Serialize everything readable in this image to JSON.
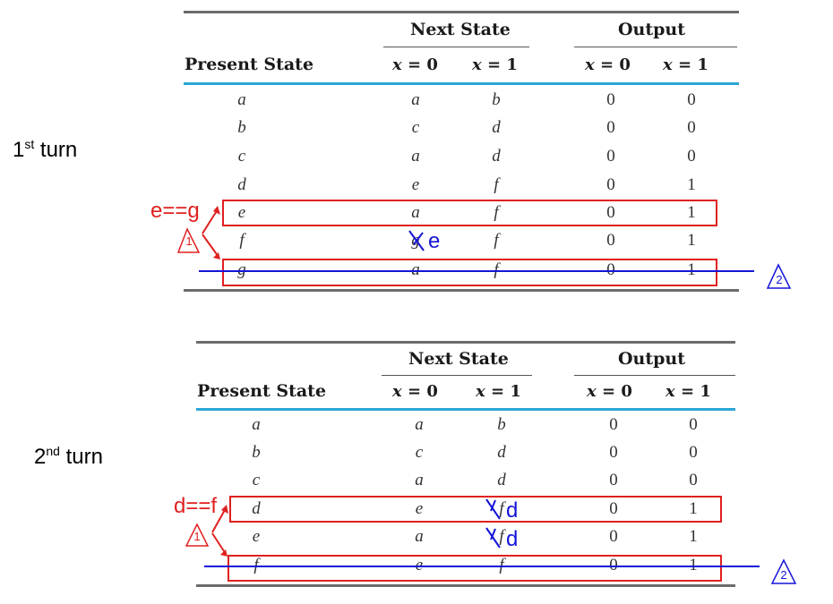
{
  "turns": [
    {
      "label": "1",
      "label_suffix": "st",
      "label_word": " turn",
      "headers": {
        "present": "Present State",
        "next": "Next State",
        "output": "Output",
        "x0": "x = 0",
        "x1": "x = 1"
      },
      "rows": [
        {
          "state": "a",
          "n0": "a",
          "n1": "b",
          "o0": "0",
          "o1": "0"
        },
        {
          "state": "b",
          "n0": "c",
          "n1": "d",
          "o0": "0",
          "o1": "0"
        },
        {
          "state": "c",
          "n0": "a",
          "n1": "d",
          "o0": "0",
          "o1": "0"
        },
        {
          "state": "d",
          "n0": "e",
          "n1": "f",
          "o0": "0",
          "o1": "1"
        },
        {
          "state": "e",
          "n0": "a",
          "n1": "f",
          "o0": "0",
          "o1": "1"
        },
        {
          "state": "f",
          "n0": "g",
          "n1": "f",
          "o0": "0",
          "o1": "1"
        },
        {
          "state": "g",
          "n0": "a",
          "n1": "f",
          "o0": "0",
          "o1": "1"
        }
      ],
      "equivalence_note": "e==g",
      "step1_marker": "1",
      "step2_marker": "2",
      "replacements": [
        "e"
      ]
    },
    {
      "label": "2",
      "label_suffix": "nd",
      "label_word": " turn",
      "headers": {
        "present": "Present State",
        "next": "Next State",
        "output": "Output",
        "x0": "x = 0",
        "x1": "x = 1"
      },
      "rows": [
        {
          "state": "a",
          "n0": "a",
          "n1": "b",
          "o0": "0",
          "o1": "0"
        },
        {
          "state": "b",
          "n0": "c",
          "n1": "d",
          "o0": "0",
          "o1": "0"
        },
        {
          "state": "c",
          "n0": "a",
          "n1": "d",
          "o0": "0",
          "o1": "0"
        },
        {
          "state": "d",
          "n0": "e",
          "n1": "f",
          "o0": "0",
          "o1": "1"
        },
        {
          "state": "e",
          "n0": "a",
          "n1": "f",
          "o0": "0",
          "o1": "1"
        },
        {
          "state": "f",
          "n0": "e",
          "n1": "f",
          "o0": "0",
          "o1": "1"
        }
      ],
      "equivalence_note": "d==f",
      "step1_marker": "1",
      "step2_marker": "2",
      "replacements": [
        "d",
        "d"
      ]
    }
  ],
  "colors": {
    "annotation_red": "#e02020",
    "annotation_blue": "#1414d8",
    "header_rule": "#2aa7d6"
  }
}
